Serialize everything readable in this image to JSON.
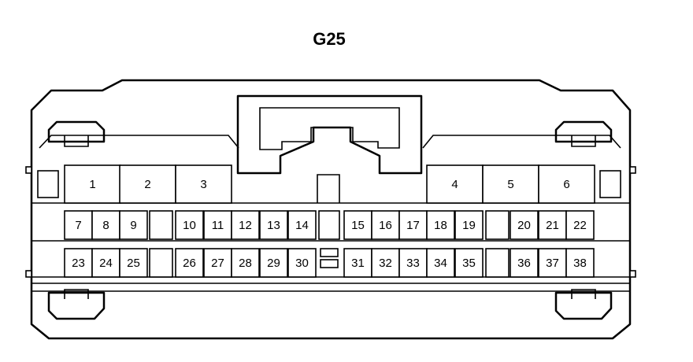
{
  "connector": {
    "title": "G25",
    "large_pins": [
      "1",
      "2",
      "3",
      "4",
      "5",
      "6"
    ],
    "row1_pins": [
      "7",
      "8",
      "9",
      "10",
      "11",
      "12",
      "13",
      "14",
      "15",
      "16",
      "17",
      "18",
      "19",
      "20",
      "21",
      "22"
    ],
    "row2_pins": [
      "23",
      "24",
      "25",
      "26",
      "27",
      "28",
      "29",
      "30",
      "31",
      "32",
      "33",
      "34",
      "35",
      "36",
      "37",
      "38"
    ]
  }
}
